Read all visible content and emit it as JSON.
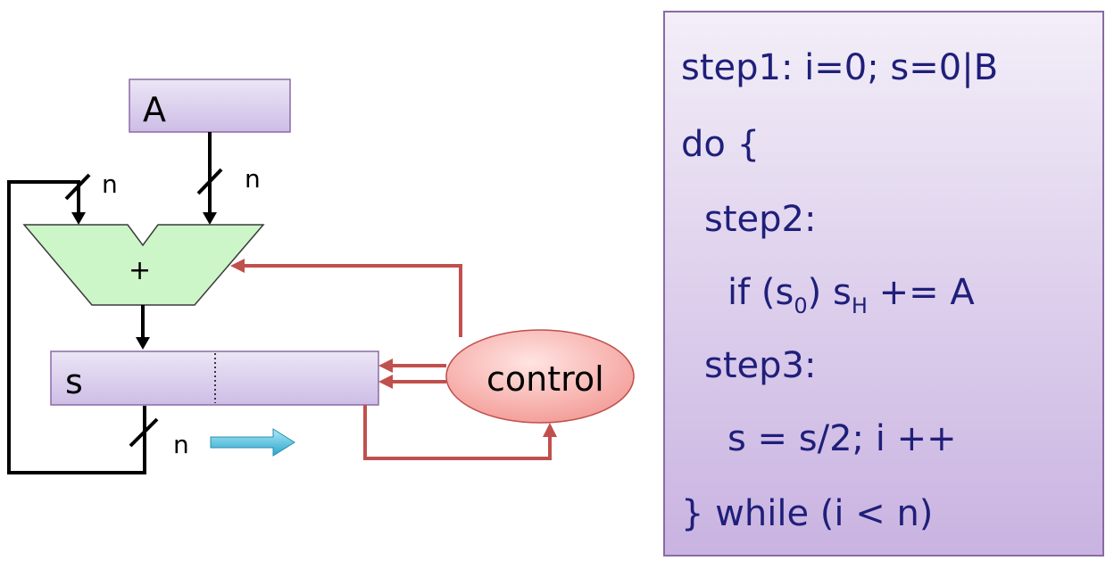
{
  "diagram": {
    "register_a_label": "A",
    "register_s_label": "s",
    "adder_label": "+",
    "control_label": "control",
    "bus_width_labels": [
      "n",
      "n",
      "n"
    ]
  },
  "code": {
    "line1": "step1: i=0; s=0|B",
    "line2": "do {",
    "line3": "step2:",
    "line4_a": "if (s",
    "line4_sub0": "0",
    "line4_b": ") s",
    "line4_subH": "H",
    "line4_c": " += A",
    "line5": "step3:",
    "line6": "s = s/2; i ++",
    "line7": "} while (i < n)"
  },
  "colors": {
    "register_fill": "#dcd0ee",
    "adder_fill": "#ccf5c8",
    "control_fill": "#f6a8a4",
    "control_arrows": "#c0504d",
    "shift_arrow": "#4ec0de",
    "code_text": "#1f1f7a"
  }
}
